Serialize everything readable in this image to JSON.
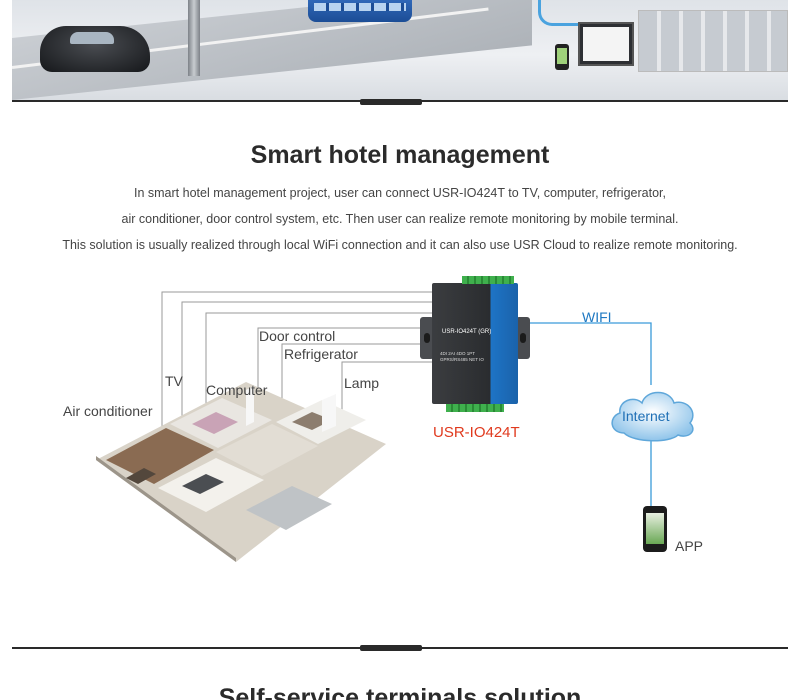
{
  "section": {
    "title": "Smart hotel management",
    "description": [
      "In smart hotel management project, user can connect USR-IO424T to TV, computer, refrigerator,",
      "air conditioner, door control system, etc. Then user can realize remote monitoring by mobile terminal.",
      "This solution is usually realized through local WiFi connection and it can also use USR Cloud to realize remote monitoring."
    ]
  },
  "diagram": {
    "appliances": [
      "Air conditioner",
      "TV",
      "Computer",
      "Door control",
      "Refrigerator",
      "Lamp"
    ],
    "device_name": "USR-IO424T",
    "device_model": "USR-IO424T",
    "device_sub": "(GR)",
    "device_spec": [
      "4DI 2AI 4DO 1PT",
      "GPRS/RS485 NET IO"
    ],
    "link_label": "WIFI",
    "cloud_label": "Internet",
    "terminal_label": "APP",
    "line_color": "#3a9ad9"
  },
  "next_section": {
    "title": "Self-service terminals solution"
  }
}
